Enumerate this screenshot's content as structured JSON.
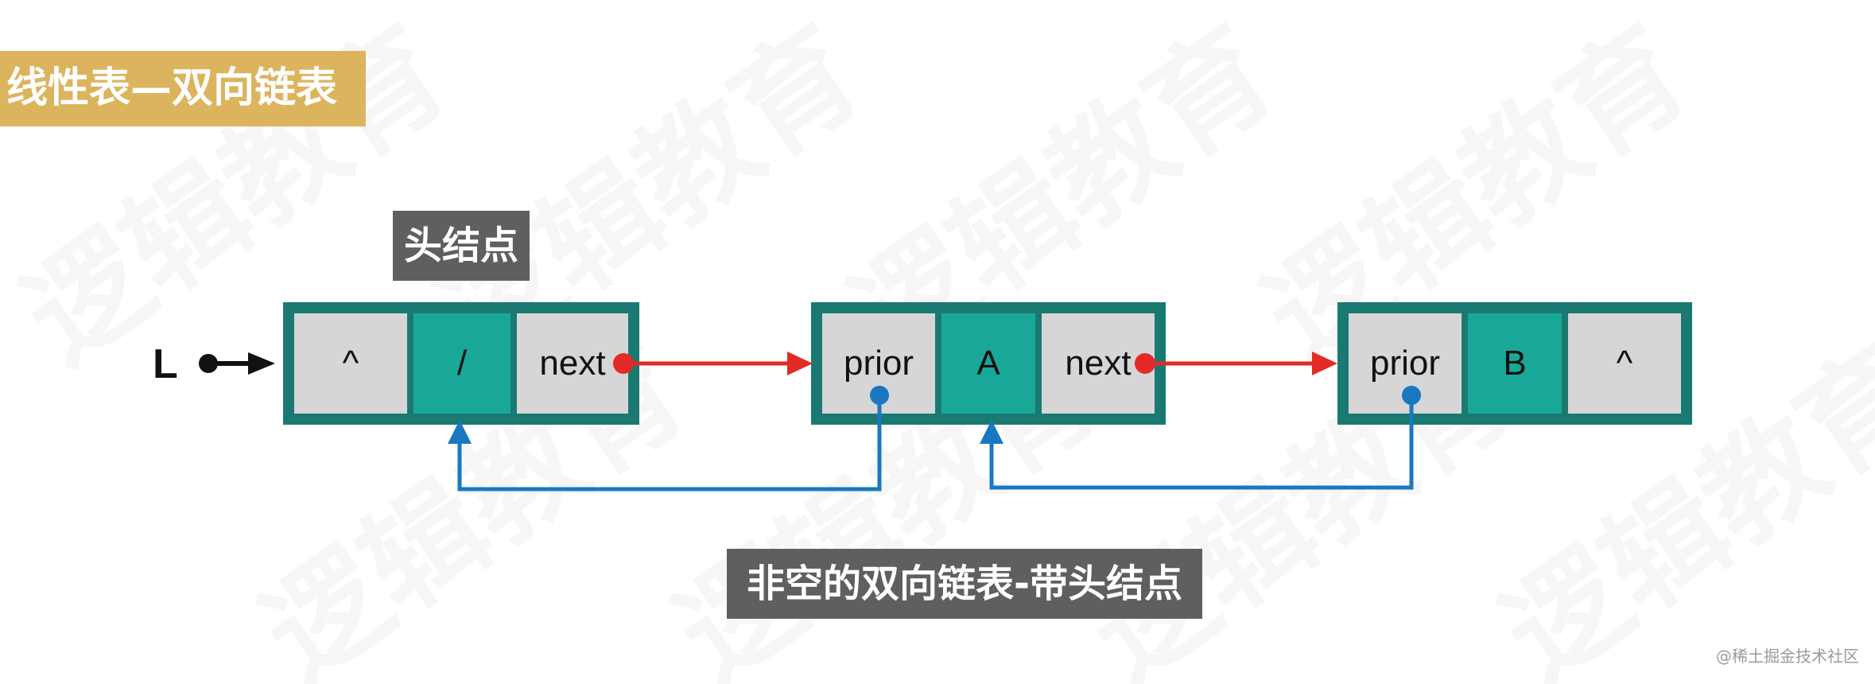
{
  "title": "线性表—双向链表",
  "head_label": "头结点",
  "caption": "非空的双向链表-带头结点",
  "list_pointer_label": "L",
  "watermark_text": "逻辑教育",
  "credit": "@稀土掘金技术社区",
  "nodes": [
    {
      "cells": [
        "^",
        "/",
        "next"
      ]
    },
    {
      "cells": [
        "prior",
        "A",
        "next"
      ]
    },
    {
      "cells": [
        "prior",
        "B",
        "^"
      ]
    }
  ],
  "colors": {
    "title_bg": "#ddb45e",
    "label_bg": "#5f5f5f",
    "node_border": "#1a7a72",
    "cell_gray": "#d6d6d6",
    "cell_teal": "#19a898",
    "next_arrow": "#e32a26",
    "prior_arrow": "#1878c0"
  }
}
